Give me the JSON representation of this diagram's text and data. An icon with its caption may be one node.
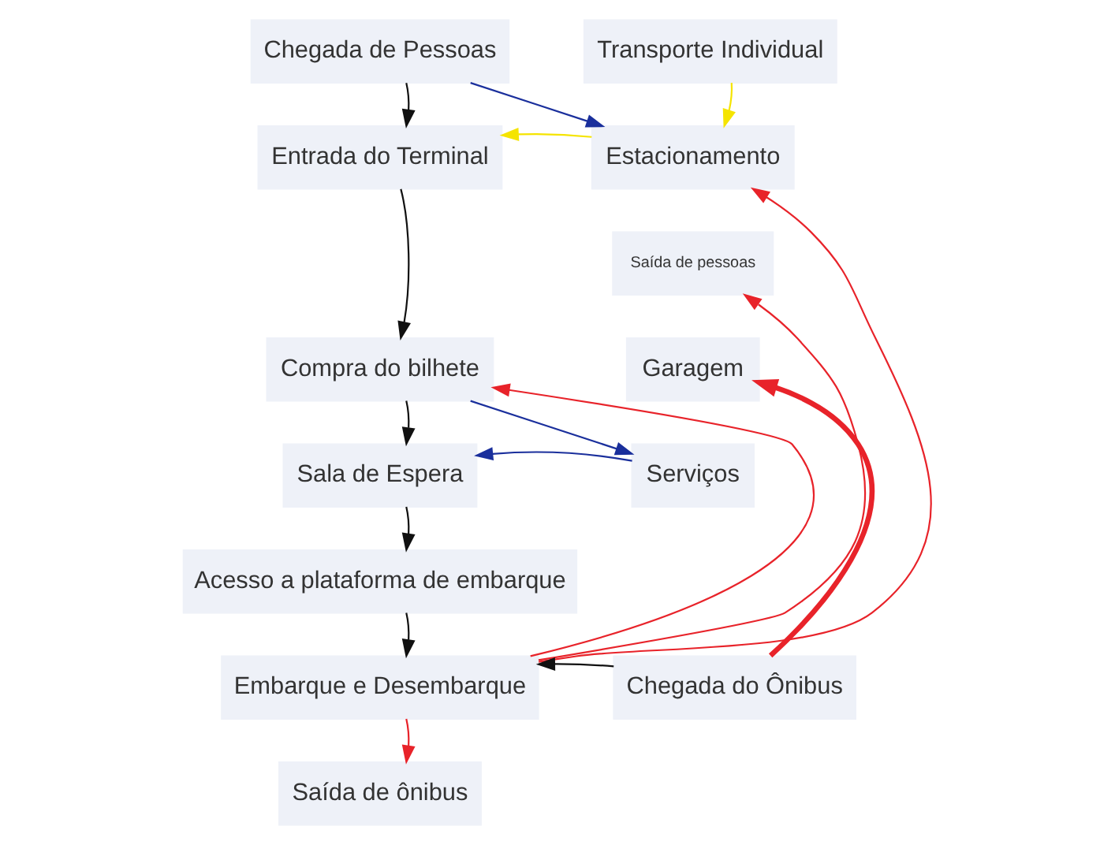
{
  "diagram": {
    "nodes": [
      {
        "text": [
          "Chegada de Pessoas"
        ]
      },
      {
        "text": [
          "Transporte Individual"
        ]
      },
      {
        "text": [
          "Entrada do Terminal"
        ]
      },
      {
        "text": [
          "Estacionamento"
        ]
      },
      {
        "text": [
          "Saída de pessoas"
        ]
      },
      {
        "text": [
          "Compra do bilhete"
        ]
      },
      {
        "text": [
          "Garagem"
        ]
      },
      {
        "text": [
          "Sala de Espera"
        ]
      },
      {
        "text": [
          "Serviços"
        ]
      },
      {
        "text": [
          "Acesso a plataforma de embarque"
        ]
      },
      {
        "text": [
          "Embarque e Desembarque"
        ]
      },
      {
        "text": [
          "Chegada do Ônibus"
        ]
      },
      {
        "text": [
          "Saída de ônibus"
        ]
      }
    ],
    "edges": [
      {
        "from": 0,
        "to": 2,
        "arrow": "to"
      },
      {
        "from": 0,
        "to": 3,
        "arrow": "to",
        "color": "#1a2f9c"
      },
      {
        "from": 1,
        "to": 3,
        "arrow": "to",
        "color": "#f5e400"
      },
      {
        "from": 3,
        "to": 2,
        "arrow": "to",
        "color": "#f5e400"
      },
      {
        "from": 2,
        "to": 5,
        "arrow": "to"
      },
      {
        "from": 10,
        "to": 3,
        "arrow": "to",
        "color": "#e8232a"
      },
      {
        "from": 10,
        "to": 4,
        "arrow": "to",
        "color": "#e8232a"
      },
      {
        "from": 10,
        "to": 5,
        "arrow": "to",
        "color": "#e8232a"
      },
      {
        "from": 5,
        "to": 7,
        "arrow": "to"
      },
      {
        "from": 5,
        "to": 8,
        "arrow": "to",
        "color": "#1a2f9c"
      },
      {
        "from": 8,
        "to": 7,
        "arrow": "to",
        "color": "#1a2f9c"
      },
      {
        "from": 11,
        "to": 6,
        "arrow": "to",
        "style": "thick",
        "color": "#e8232a"
      },
      {
        "from": 7,
        "to": 9,
        "arrow": "to"
      },
      {
        "from": 9,
        "to": 10,
        "arrow": "to"
      },
      {
        "from": 11,
        "to": 10,
        "arrow": "to"
      },
      {
        "from": 10,
        "to": 12,
        "arrow": "to",
        "color": "#e8232a"
      }
    ]
  }
}
